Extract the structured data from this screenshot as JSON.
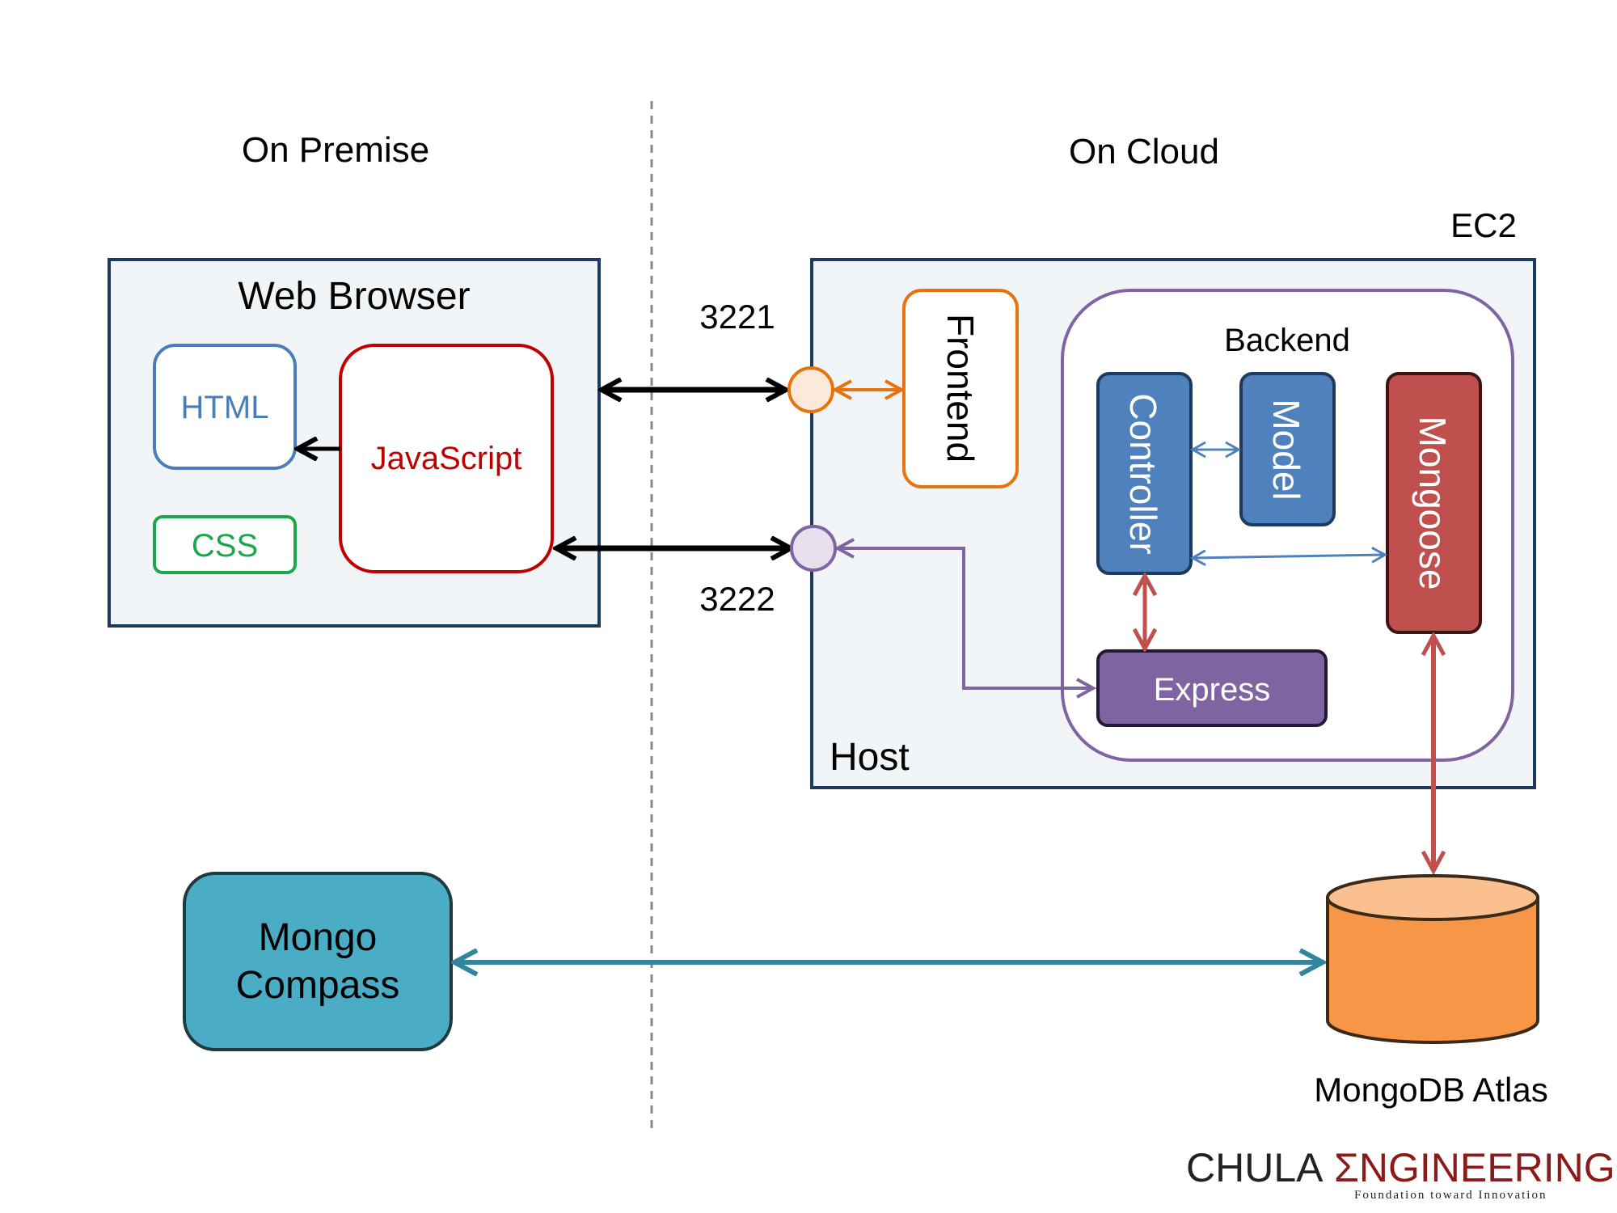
{
  "sections": {
    "on_premise": "On Premise",
    "on_cloud": "On Cloud"
  },
  "browser": {
    "title": "Web Browser",
    "html": "HTML",
    "css": "CSS",
    "javascript": "JavaScript"
  },
  "ports": {
    "frontend_port": "3221",
    "backend_port": "3222"
  },
  "ec2": {
    "label": "EC2",
    "host_label": "Host",
    "frontend": "Frontend",
    "backend": {
      "title": "Backend",
      "controller": "Controller",
      "model": "Model",
      "mongoose": "Mongoose",
      "express": "Express"
    }
  },
  "compass": {
    "line1": "Mongo",
    "line2": "Compass"
  },
  "database": {
    "label": "MongoDB Atlas"
  },
  "logo": {
    "left": "CHULA",
    "right": "ƩNGINEERING",
    "tagline": "Foundation toward Innovation"
  },
  "colors": {
    "panel_border": "#1f3a5f",
    "panel_fill": "#f2f5f7",
    "html_blue": "#4a7ebb",
    "css_green": "#1aa84a",
    "js_red": "#c00000",
    "frontend_orange": "#e8720c",
    "backend_purple": "#8064a2",
    "controller_blue": "#4f81bd",
    "mongoose_red": "#c0504d",
    "express_purple": "#8064a2",
    "compass_teal": "#4bacc6",
    "atlas_orange": "#f79646",
    "logo_maroon": "#8b1a1a"
  }
}
